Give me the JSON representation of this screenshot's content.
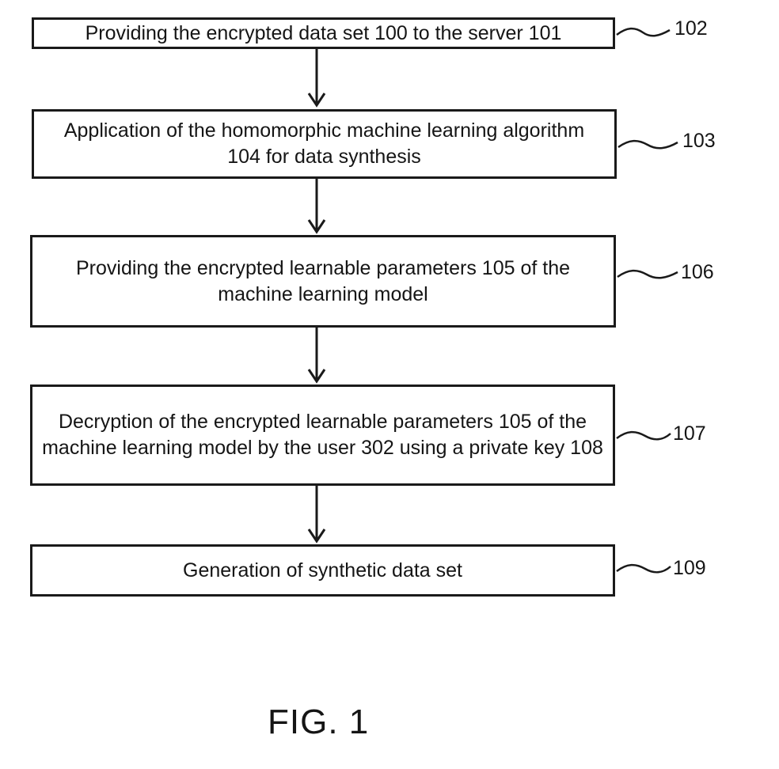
{
  "steps": [
    {
      "text": "Providing the encrypted data set 100 to the server 101",
      "ref": "102"
    },
    {
      "text": "Application of the homomorphic machine learning algorithm 104 for data synthesis",
      "ref": "103"
    },
    {
      "text": "Providing the encrypted learnable parameters 105 of the machine learning model",
      "ref": "106"
    },
    {
      "text": "Decryption of the encrypted learnable parameters 105 of the machine learning model by the user 302 using a private key 108",
      "ref": "107"
    },
    {
      "text": "Generation of synthetic data set",
      "ref": "109"
    }
  ],
  "figure_caption": "FIG. 1"
}
